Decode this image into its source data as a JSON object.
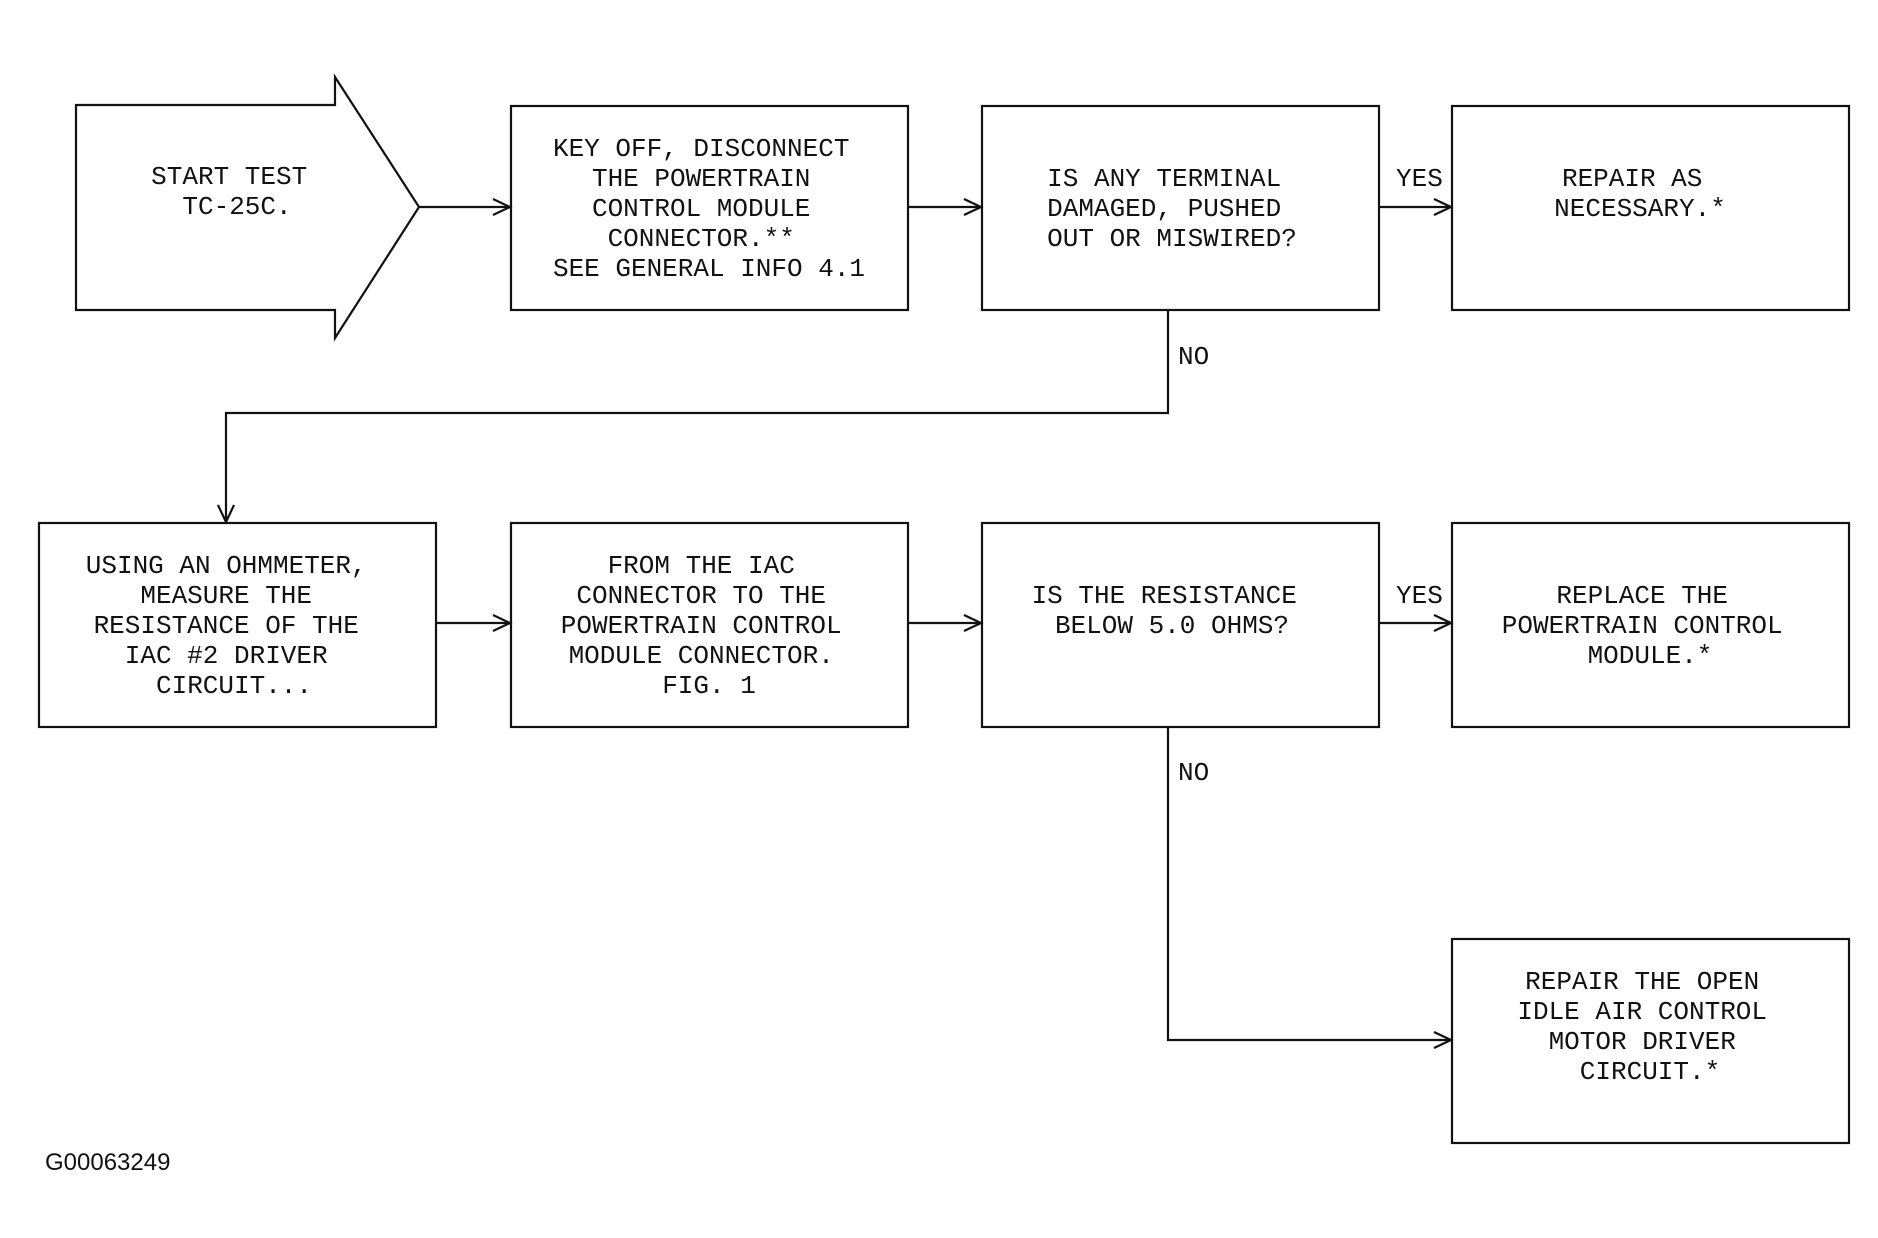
{
  "nodes": {
    "start": {
      "lines": [
        "START TEST",
        "TC-25C."
      ]
    },
    "key_off": {
      "lines": [
        "KEY OFF, DISCONNECT",
        "THE POWERTRAIN",
        "CONTROL MODULE",
        "CONNECTOR.**",
        "SEE GENERAL INFO 4.1"
      ]
    },
    "terminal_q": {
      "lines": [
        "IS ANY TERMINAL",
        "DAMAGED, PUSHED",
        "OUT OR MISWIRED?"
      ]
    },
    "repair": {
      "lines": [
        "REPAIR AS",
        "NECESSARY.*"
      ]
    },
    "ohmmeter": {
      "lines": [
        "USING AN OHMMETER,",
        "MEASURE THE",
        "RESISTANCE OF THE",
        "IAC #2 DRIVER",
        "CIRCUIT..."
      ]
    },
    "from_iac": {
      "lines": [
        "FROM THE IAC",
        "CONNECTOR TO THE",
        "POWERTRAIN CONTROL",
        "MODULE CONNECTOR.",
        "FIG. 1"
      ]
    },
    "resistance_q": {
      "lines": [
        "IS THE RESISTANCE",
        "BELOW 5.0 OHMS?"
      ]
    },
    "replace_pcm": {
      "lines": [
        "REPLACE THE",
        "POWERTRAIN CONTROL",
        "MODULE.*"
      ]
    },
    "repair_open": {
      "lines": [
        "REPAIR THE OPEN",
        "IDLE AIR CONTROL",
        "MOTOR DRIVER",
        "CIRCUIT.*"
      ]
    }
  },
  "edge_labels": {
    "terminal_yes": "YES",
    "terminal_no": "NO",
    "resistance_yes": "YES",
    "resistance_no": "NO"
  },
  "figure_id": "G00063249"
}
